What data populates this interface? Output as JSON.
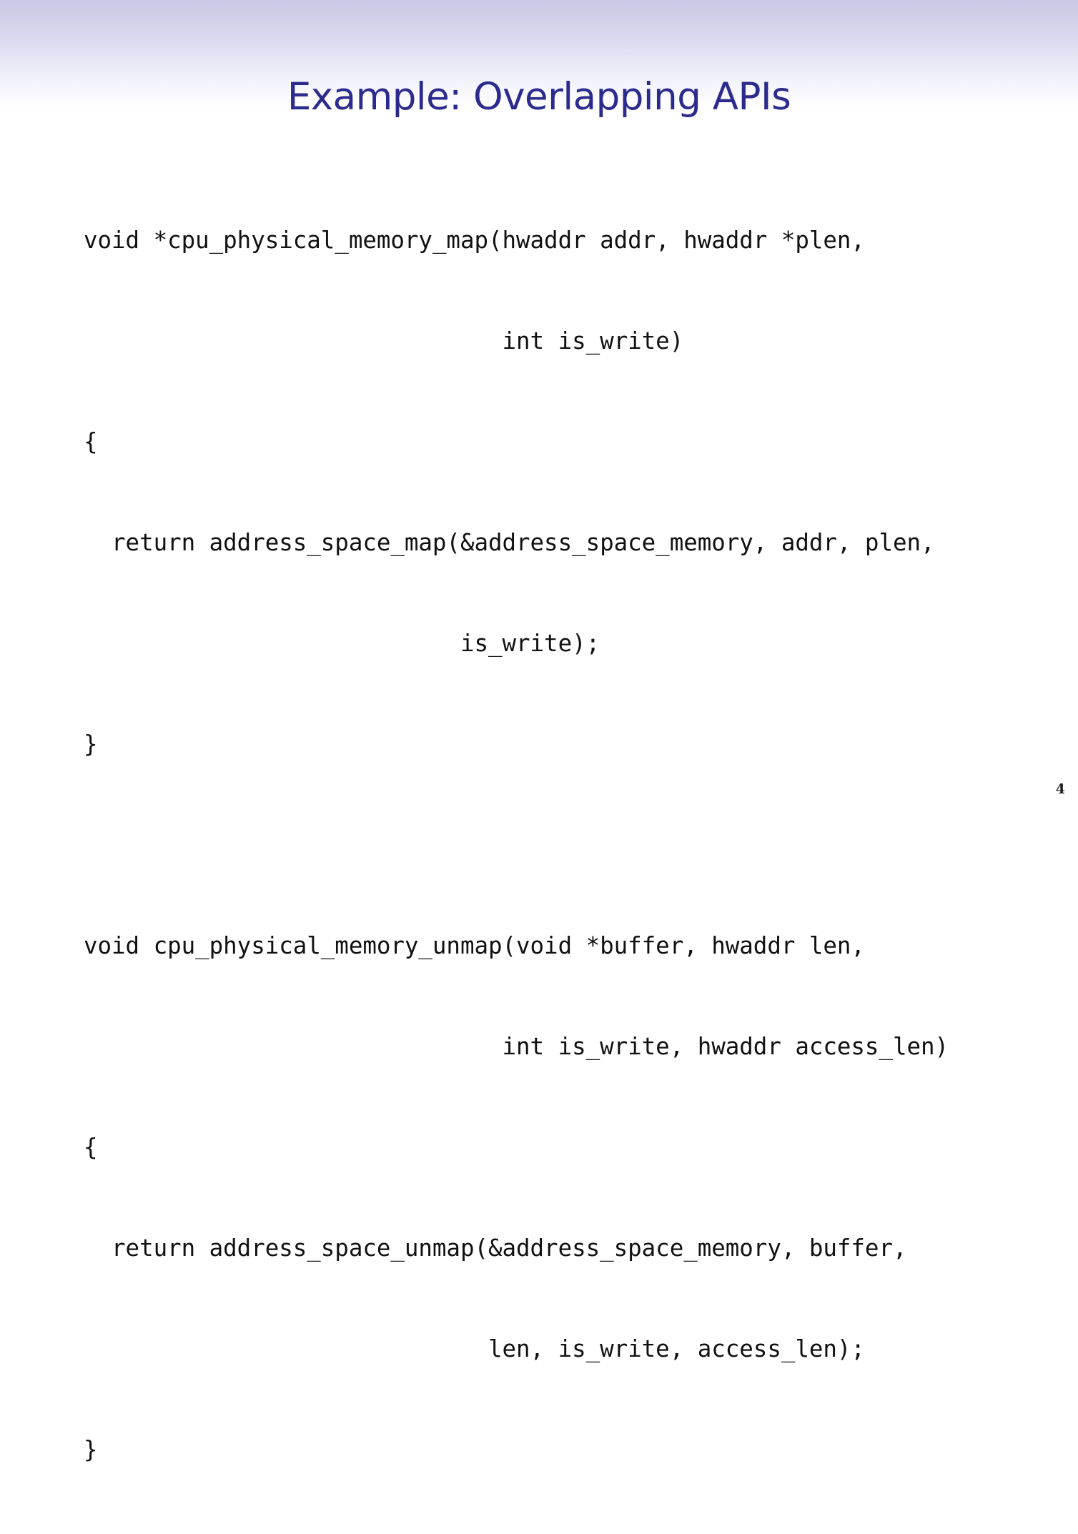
{
  "slide": {
    "title": "Example: Overlapping APIs",
    "page_number": "4",
    "title_color": "#2b2b8e",
    "header_gradient_top": "#c9c9e7",
    "header_gradient_bottom": "#ffffff",
    "background_color": "#ffffff",
    "code_color": "#111111"
  },
  "code": {
    "lines": [
      "void *cpu_physical_memory_map(hwaddr addr, hwaddr *plen,",
      "                              int is_write)",
      "{",
      "  return address_space_map(&address_space_memory, addr, plen,",
      "                           is_write);",
      "}",
      "",
      "void cpu_physical_memory_unmap(void *buffer, hwaddr len,",
      "                              int is_write, hwaddr access_len)",
      "{",
      "  return address_space_unmap(&address_space_memory, buffer,",
      "                             len, is_write, access_len);",
      "}"
    ]
  }
}
